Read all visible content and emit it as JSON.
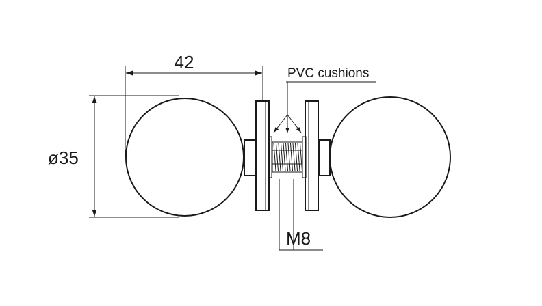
{
  "labels": {
    "width_dimension": "42",
    "diameter_dimension": "ø35",
    "cushions_callout": "PVC cushions",
    "thread_callout": "M8"
  }
}
